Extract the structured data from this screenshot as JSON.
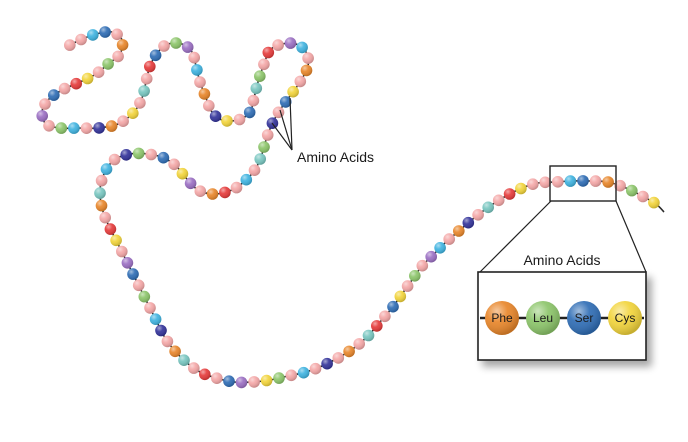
{
  "labels": {
    "callout": "Amino Acids",
    "inset_title": "Amino Acids"
  },
  "inset_beads": [
    {
      "text": "Phe",
      "color": "#e8862a"
    },
    {
      "text": "Leu",
      "color": "#8cc56a"
    },
    {
      "text": "Ser",
      "color": "#2f6db5"
    },
    {
      "text": "Cys",
      "color": "#f2d43b"
    }
  ],
  "palette": [
    "#f4a7a7",
    "#e8862a",
    "#8cc56a",
    "#2f6db5",
    "#f2d43b",
    "#9b6fc3",
    "#3fb3e0",
    "#e53b3b",
    "#33339a",
    "#78c6c0"
  ],
  "chain_pattern": [
    0,
    0,
    6,
    3,
    0,
    1,
    0,
    2,
    0,
    4,
    7,
    0,
    3,
    0,
    5,
    0,
    2,
    6,
    0,
    8,
    1,
    0,
    4,
    0,
    9,
    0,
    7,
    3,
    0,
    2,
    5,
    0,
    6,
    0,
    1,
    0,
    8,
    4,
    0,
    3,
    0,
    9,
    2,
    0,
    7,
    0,
    5,
    6,
    0,
    1,
    0,
    4,
    3,
    0,
    8,
    0,
    2,
    9,
    0,
    6,
    0,
    7,
    1,
    0,
    5,
    4,
    0,
    3,
    0,
    2,
    8,
    0,
    6,
    0,
    9,
    1,
    0,
    7,
    4,
    0,
    5,
    3,
    0,
    2,
    0,
    6,
    8,
    0,
    1,
    9,
    0,
    7,
    0,
    3,
    5,
    0,
    4,
    2,
    0,
    6,
    0,
    8,
    0,
    1,
    0,
    9,
    7,
    0,
    3,
    4,
    0,
    2,
    0,
    5,
    6,
    0,
    1,
    8,
    0,
    9,
    0,
    7,
    4,
    0
  ]
}
